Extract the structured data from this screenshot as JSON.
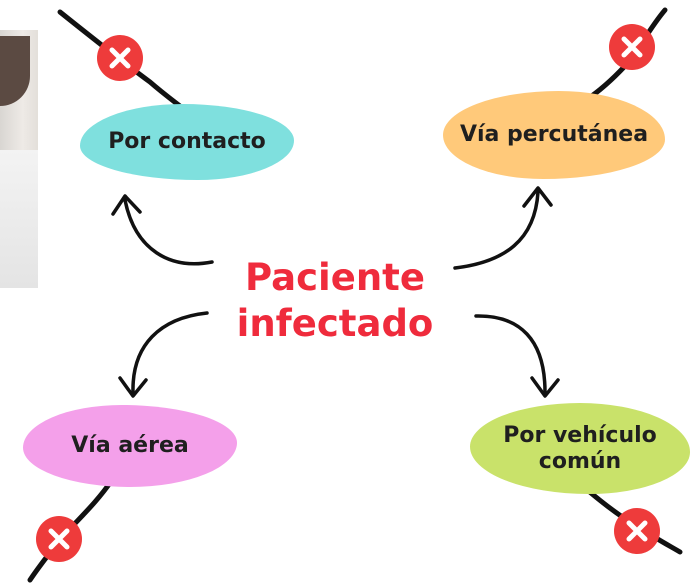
{
  "center": {
    "line1": "Paciente",
    "line2": "infectado"
  },
  "nodes": {
    "contacto": {
      "label": "Por contacto",
      "color": "#7fe0de"
    },
    "percutanea": {
      "label": "Vía percutánea",
      "color": "#ffc97a"
    },
    "aerea": {
      "label": "Vía aérea",
      "color": "#f4a0ea"
    },
    "vehiculo": {
      "line1": "Por vehículo",
      "line2": "común",
      "color": "#c9e26a"
    }
  },
  "colors": {
    "center_text": "#ef2b3c",
    "blocked_mark": "#ee3b3b"
  },
  "icons": {
    "blocked": "close-icon",
    "arrow": "curved-arrow"
  }
}
